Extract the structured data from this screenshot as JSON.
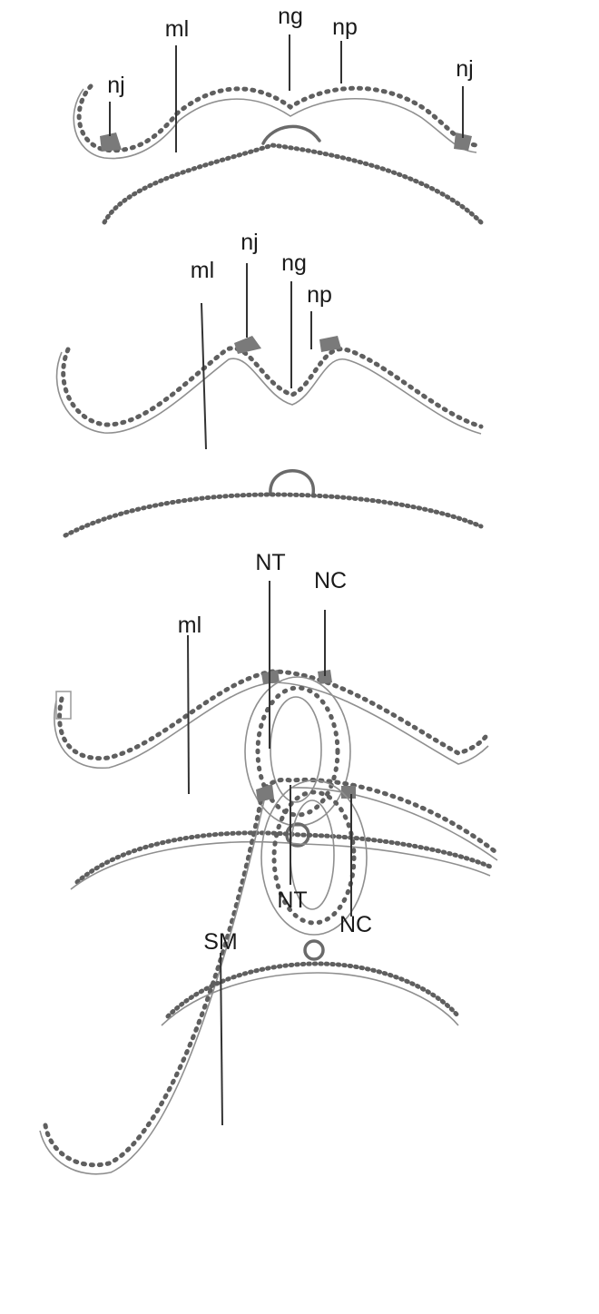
{
  "panels": [
    {
      "labels": {
        "nj_left": "nj",
        "ml": "ml",
        "ng": "ng",
        "np": "np",
        "nj_right": "nj"
      }
    },
    {
      "labels": {
        "ml": "ml",
        "nj": "nj",
        "ng": "ng",
        "np": "np"
      }
    },
    {
      "labels": {
        "NT": "NT",
        "NC": "NC",
        "ml": "ml"
      }
    },
    {
      "labels": {
        "NT": "NT",
        "NC": "NC",
        "SM": "SM"
      }
    }
  ]
}
